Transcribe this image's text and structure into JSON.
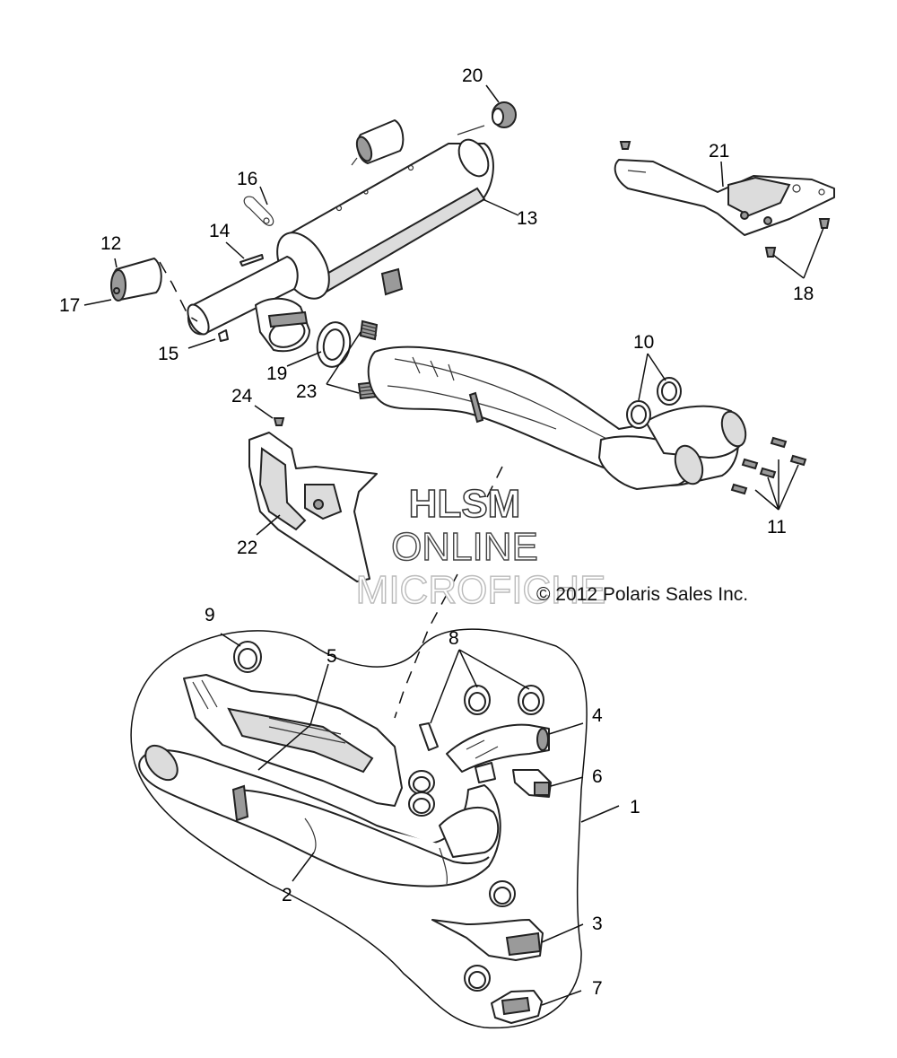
{
  "watermark": {
    "line1": "HLSM",
    "line2": "ONLINE",
    "line3": "MICROFICHE"
  },
  "copyright": "© 2012 Polaris Sales Inc.",
  "callouts": {
    "c1": "1",
    "c2": "2",
    "c3": "3",
    "c4": "4",
    "c5": "5",
    "c6": "6",
    "c7": "7",
    "c8": "8",
    "c9": "9",
    "c10": "10",
    "c11": "11",
    "c12": "12",
    "c13": "13",
    "c14": "14",
    "c15": "15",
    "c16": "16",
    "c17": "17",
    "c18": "18",
    "c19": "19",
    "c20": "20",
    "c21": "21",
    "c22": "22",
    "c23": "23",
    "c24": "24"
  }
}
